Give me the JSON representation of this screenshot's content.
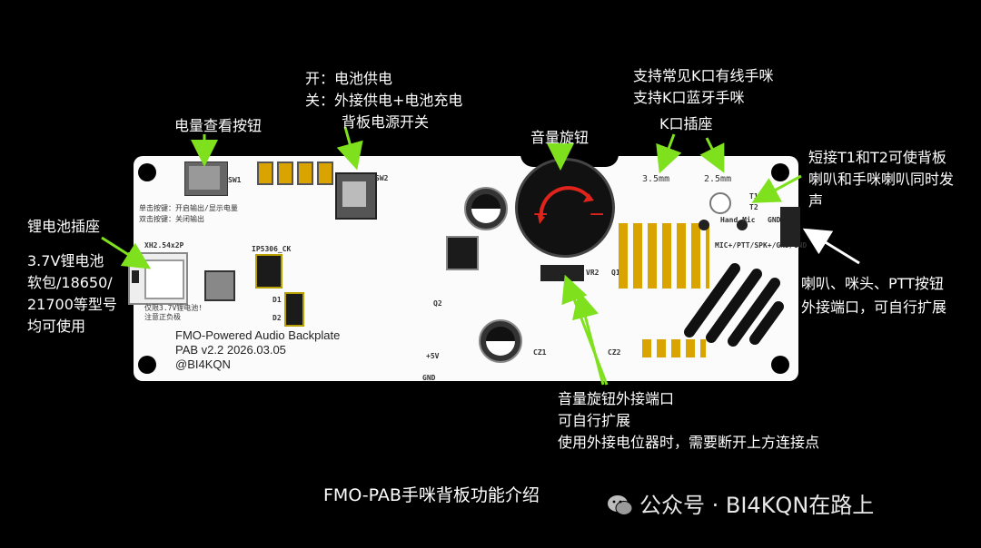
{
  "labels": {
    "switch": [
      "开：电池供电",
      "关：外接供电+电池充电",
      "背板电源开关"
    ],
    "battery_check": "电量查看按钮",
    "volume_knob": "音量旋钮",
    "kport": [
      "支持常见K口有线手咪",
      "支持K口蓝牙手咪",
      "K口插座"
    ],
    "short_t1t2": [
      "短接T1和T2可使背板",
      "喇叭和手咪喇叭同时发",
      "声"
    ],
    "battery_socket": "锂电池插座",
    "battery_types": [
      "3.7V锂电池",
      "软包/18650/",
      "21700等型号",
      "均可使用"
    ],
    "ext_port": [
      "喇叭、咪头、PTT按钮",
      "外接端口，可自行扩展"
    ],
    "vol_ext": [
      "音量旋钮外接端口",
      "可自行扩展",
      "使用外接电位器时，需要断开上方连接点"
    ]
  },
  "board": {
    "name": "FMO-Powered Audio Backplate",
    "version": "PAB v2.2 2026.03.05",
    "author": "@BI4KQN",
    "silk": {
      "xh": "XH2.54x2P",
      "ips": "IP5306_CK",
      "sw2": "SW2",
      "sw1": "SW1",
      "d1": "D1",
      "d2": "D2",
      "q1": "Q1",
      "q2": "Q2",
      "vr2": "VR2",
      "cz1": "CZ1",
      "cz2": "CZ2",
      "mm35": "3.5mm",
      "mm25": "2.5mm",
      "hand_mic": "Hand Mic",
      "t1": "T1",
      "t2": "T2",
      "gnd": "GND",
      "pins": "MIC+/PTT/SPK+/GND/GND",
      "plus5v": "+5V",
      "gnd2": "GND",
      "hint1": "单击按键：开启输出/显示电量",
      "hint2": "双击按键：关闭输出",
      "warn1": "仅限3.7V锂电池!",
      "warn2": "注意正负极"
    }
  },
  "caption": "FMO-PAB手咪背板功能介绍",
  "watermark": "公众号 · BI4KQN在路上",
  "colors": {
    "arrow": "#7fe11e",
    "board": "#fbfbfb",
    "background": "#000000",
    "knob": "#1a1a1a",
    "knob_mark": "#e0241b"
  }
}
